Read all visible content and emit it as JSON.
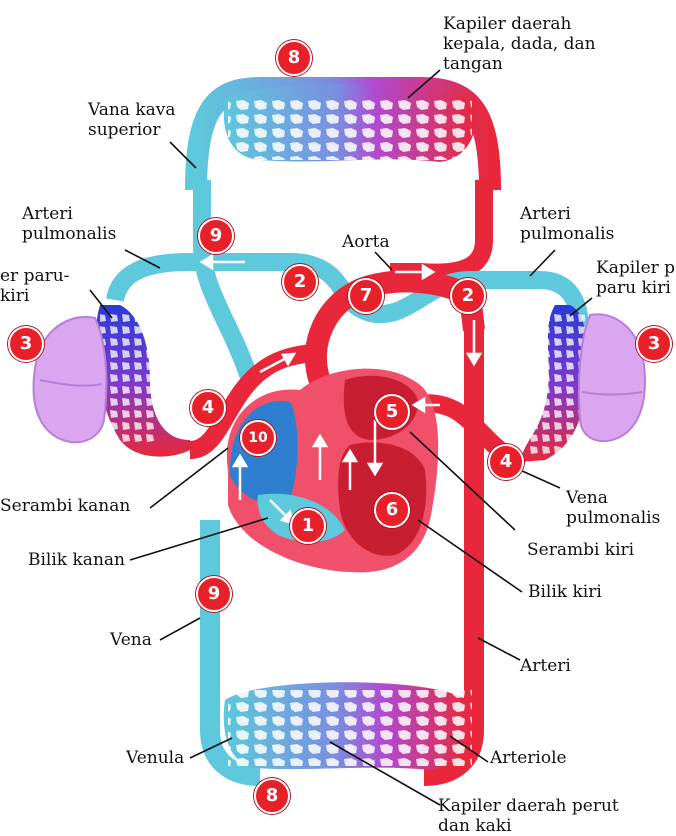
{
  "colors": {
    "artery": "#e8283a",
    "vein": "#5ec8dc",
    "deep_vein": "#2e7fd0",
    "capillary_mix": "#8a3fd0",
    "lung": "#d9a6ef",
    "heart": "#f0506a",
    "marker": "#e8202a"
  },
  "labels": {
    "capillary_upper": "Kapiler daerah\nkepala, dada, dan\ntangan",
    "vena_kava_superior": "Vana kava\nsuperior",
    "arteri_pulmonalis_left": "Arteri\npulmonalis",
    "arteri_pulmonalis_right": "Arteri\npulmonalis",
    "aorta": "Aorta",
    "kapiler_paru_left": "er paru-\nkiri",
    "kapiler_paru_right": "Kapiler p\nparu kiri",
    "serambi_kanan": "Serambi kanan",
    "bilik_kanan": "Bilik kanan",
    "vena_pulmonalis": "Vena\npulmonalis",
    "serambi_kiri": "Serambi kiri",
    "bilik_kiri": "Bilik kiri",
    "vena": "Vena",
    "arteri": "Arteri",
    "venula": "Venula",
    "arteriole": "Arteriole",
    "capillary_lower": "Kapiler daerah perut\ndan kaki"
  },
  "markers": {
    "n1": "1",
    "n2": "2",
    "n3": "3",
    "n4": "4",
    "n5": "5",
    "n6": "6",
    "n7": "7",
    "n8": "8",
    "n9": "9",
    "n10": "10"
  }
}
